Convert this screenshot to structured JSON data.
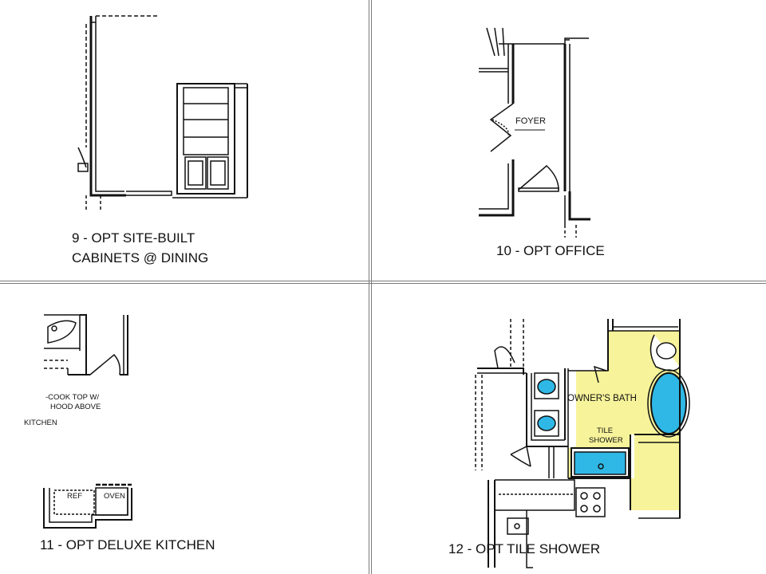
{
  "panels": [
    {
      "caption_line1": "9 - OPT SITE-BUILT",
      "caption_line2": "CABINETS @ DINING"
    },
    {
      "caption": "10 - OPT OFFICE",
      "room_label": "FOYER"
    },
    {
      "caption": "11 - OPT DELUXE KITCHEN",
      "labels": {
        "cooktop_1": "-COOK TOP W/",
        "cooktop_2": "HOOD ABOVE",
        "kitchen": "KITCHEN",
        "ref": "REF",
        "oven": "OVEN"
      }
    },
    {
      "caption": "12 - OPT TILE SHOWER",
      "labels": {
        "owners_bath": "OWNER'S BATH",
        "tile": "TILE",
        "shower": "SHOWER"
      }
    }
  ],
  "colors": {
    "highlight_yellow": "#f7f39a",
    "fixture_blue": "#2fb8e6",
    "line": "#111111"
  }
}
